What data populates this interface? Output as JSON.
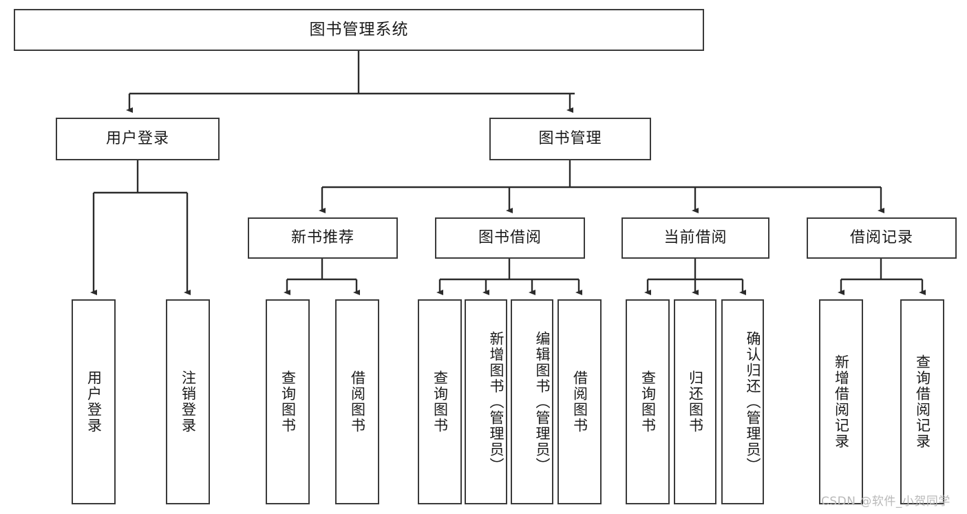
{
  "diagram": {
    "type": "tree",
    "title": "图书管理系统",
    "root": {
      "label": "图书管理系统"
    },
    "level2": [
      {
        "label": "用户登录"
      },
      {
        "label": "图书管理"
      }
    ],
    "level3": [
      {
        "label": "新书推荐"
      },
      {
        "label": "图书借阅"
      },
      {
        "label": "当前借阅"
      },
      {
        "label": "借阅记录"
      }
    ],
    "leaves": {
      "user_login": [
        {
          "label": "用户登录"
        },
        {
          "label": "注销登录"
        }
      ],
      "new_book_recommend": [
        {
          "label": "查询图书"
        },
        {
          "label": "借阅图书"
        }
      ],
      "book_borrow": [
        {
          "label": "查询图书"
        },
        {
          "label": "新增图书（管理员）"
        },
        {
          "label": "编辑图书（管理员）"
        },
        {
          "label": "借阅图书"
        }
      ],
      "current_borrow": [
        {
          "label": "查询图书"
        },
        {
          "label": "归还图书"
        },
        {
          "label": "确认归还（管理员）"
        }
      ],
      "borrow_record": [
        {
          "label": "新增借阅记录"
        },
        {
          "label": "查询借阅记录"
        }
      ]
    }
  },
  "watermark": {
    "text": "CSDN @软件_小贺同学"
  },
  "colors": {
    "box_border": "#3a3a3a",
    "connector": "#2b2b2b",
    "background": "#ffffff",
    "text": "#1a1a1a",
    "watermark": "#b9b9b9"
  }
}
